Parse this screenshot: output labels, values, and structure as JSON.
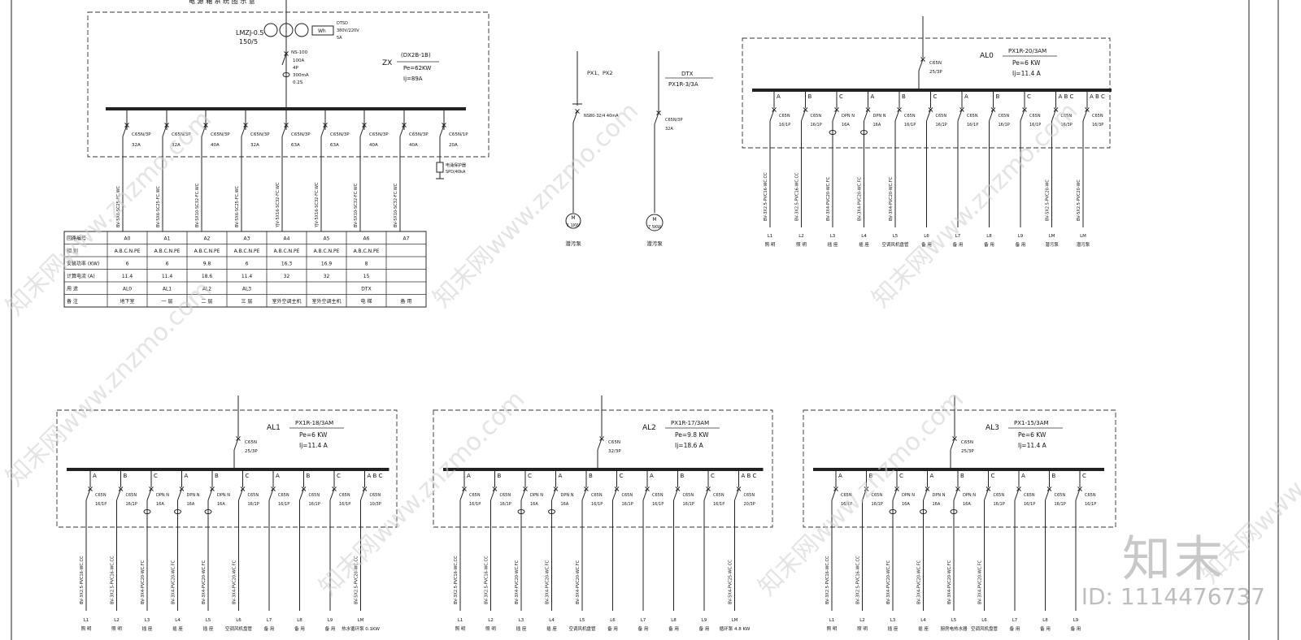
{
  "main_panel": {
    "title_partial": "电 源 箱 系 统 图 示 意",
    "ct_label": "LMZJ-0.5",
    "ct_ratio": "150/5",
    "meter_label": "DTSD",
    "meter_spec": "380V/220V",
    "meter_current": "5A",
    "incomer_model": "NS-100",
    "incomer_current": "100A",
    "incomer_poles": "4P",
    "incomer_rcd": "300mA",
    "incomer_time": "0.2S",
    "box_name": "ZX",
    "box_ref": "(DX2B-1B)",
    "pe": "Pe=62KW",
    "ij": "Ij=89A",
    "breakers": [
      {
        "model": "C65N/3P",
        "rating": "32A"
      },
      {
        "model": "C65N/3P",
        "rating": "32A"
      },
      {
        "model": "C65N/3P",
        "rating": "40A"
      },
      {
        "model": "C65N/3P",
        "rating": "32A"
      },
      {
        "model": "C65N/3P",
        "rating": "63A"
      },
      {
        "model": "C65N/3P",
        "rating": "63A"
      },
      {
        "model": "C65N/3P",
        "rating": "40A"
      },
      {
        "model": "C65N/3P",
        "rating": "40A"
      },
      {
        "model": "C65N/1P",
        "rating": "20A"
      }
    ],
    "cables": [
      "BV-5X6-SC25-FC.WC",
      "BV-5X6-SC25-FC.WC",
      "BV-5X10-SC32-FC.WC",
      "BV-5X6-SC25-FC.WC",
      "YJV-5X16-SC32-FC.WC",
      "YJV-5X16-SC32-FC.WC",
      "BV-5X10-SC32-FC.WC",
      "BV-5X10-SC32-FC.WC"
    ],
    "surge_label": "电涌保护器",
    "surge_spec": "SPD/40kA"
  },
  "table": {
    "headers": [
      "回路编号",
      "相 别",
      "安装功率  (KW)",
      "计算电流  (A)",
      "用 途",
      "备 注"
    ],
    "cols": [
      {
        "no": "A0",
        "phase": "A.B.C.N.PE",
        "power": "6",
        "current": "11.4",
        "use": "AL0",
        "note": "地下室"
      },
      {
        "no": "A1",
        "phase": "A.B.C.N.PE",
        "power": "6",
        "current": "11.4",
        "use": "AL1",
        "note": "一 层"
      },
      {
        "no": "A2",
        "phase": "A.B.C.N.PE",
        "power": "9.8",
        "current": "18.6",
        "use": "AL2",
        "note": "二 层"
      },
      {
        "no": "A3",
        "phase": "A.B.C.N.PE",
        "power": "6",
        "current": "11.4",
        "use": "AL3",
        "note": "三 层"
      },
      {
        "no": "A4",
        "phase": "A.B.C.N.PE",
        "power": "16.3",
        "current": "32",
        "use": "",
        "note": "室外空调主机"
      },
      {
        "no": "A5",
        "phase": "A.B.C.N.PE",
        "power": "16.9",
        "current": "32",
        "use": "",
        "note": "室外空调主机"
      },
      {
        "no": "A6",
        "phase": "A.B.C.N.PE",
        "power": "8",
        "current": "15",
        "use": "DTX",
        "note": "电 梯"
      },
      {
        "no": "A7",
        "phase": "",
        "power": "",
        "current": "",
        "use": "",
        "note": "备 用"
      }
    ]
  },
  "pump_circuits": [
    {
      "top": "PX1、PX2",
      "breaker": "NS80-32/4 40mA",
      "motor": "1.1KW",
      "label": "潜污泵"
    },
    {
      "top": "DTX",
      "sub": "PX1R-3/3A",
      "breaker": "C65N/3P",
      "rating": "32A",
      "motor": "7.5KW",
      "label": "潜污泵"
    }
  ],
  "panels": [
    {
      "id": "AL0",
      "model": "PX1R-20/3AM",
      "pe": "Pe=6 KW",
      "ij": "Ij=11.4 A",
      "main_breaker": "C65N",
      "main_poles": "25/3P",
      "phases": [
        "A",
        "B",
        "C",
        "A",
        "B",
        "C",
        "A",
        "B",
        "C",
        "A B C",
        "A B C"
      ],
      "breakers": [
        "C65N",
        "C65N",
        "DPN N",
        "DPN N",
        "C65N",
        "C65N",
        "C65N",
        "C65N",
        "C65N",
        "C65N",
        "C65N"
      ],
      "ratings": [
        "16/1P",
        "16/1P",
        "16A",
        "16A",
        "16/1P",
        "16/1P",
        "16/1P",
        "16/1P",
        "16/1P",
        "16/3P",
        "16/3P"
      ],
      "cables": [
        "BV-3X2.5-PVC16-WC.CC",
        "BV-3X2.5-PVC16-WC.CC",
        "BV-3X4-PVC20-WC.FC",
        "BV-3X4-PVC20-WC.FC",
        "BV-3X4-PVC20-WC.FC",
        "",
        "",
        "",
        "",
        "BV-5X2.5-PVC20-WC",
        "BV-5X2.5-PVC20-WC"
      ],
      "circuits": [
        "L1",
        "L2",
        "L3",
        "L4",
        "L5",
        "L6",
        "L7",
        "L8",
        "L9",
        "LM",
        "LM"
      ],
      "uses": [
        "照 明",
        "照 明",
        "插 座",
        "插 座",
        "空调风机盘管",
        "备 用",
        "备 用",
        "备 用",
        "备 用",
        "潜污泵",
        "潜污泵"
      ]
    },
    {
      "id": "AL1",
      "model": "PX1R-18/3AM",
      "pe": "Pe=6 KW",
      "ij": "Ij=11.4 A",
      "main_breaker": "C65N",
      "main_poles": "25/3P",
      "phases": [
        "A",
        "B",
        "C",
        "A",
        "B",
        "C",
        "A",
        "B",
        "C",
        "A B C"
      ],
      "breakers": [
        "C65N",
        "C65N",
        "DPN N",
        "DPN N",
        "DPN N",
        "C65N",
        "C65N",
        "C65N",
        "C65N",
        "C65N"
      ],
      "ratings": [
        "16/1P",
        "16/1P",
        "16A",
        "16A",
        "16A",
        "16/1P",
        "16/1P",
        "16/1P",
        "16/1P",
        "10/3P"
      ],
      "cables": [
        "BV-3X2.5-PVC16-WC.CC",
        "BV-3X2.5-PVC16-WC.CC",
        "BV-3X4-PVC20-WC.FC",
        "BV-3X4-PVC20-WC.FC",
        "BV-3X4-PVC20-WC.FC",
        "BV-3X4-PVC20-WC.FC",
        "",
        "",
        "",
        "BV-5X2.5-PVC20-WC.CC"
      ],
      "circuits": [
        "L1",
        "L2",
        "L3",
        "L4",
        "L5",
        "L6",
        "L7",
        "L8",
        "L9",
        "LM"
      ],
      "uses": [
        "照 明",
        "照 明",
        "插 座",
        "插 座",
        "插 座",
        "空调风机盘管",
        "备 用",
        "备 用",
        "备 用",
        "热水循环泵 0.1KW"
      ]
    },
    {
      "id": "AL2",
      "model": "PX1R-17/3AM",
      "pe": "Pe=9.8 KW",
      "ij": "Ij=18.6 A",
      "main_breaker": "C65N",
      "main_poles": "32/3P",
      "phases": [
        "A",
        "B",
        "C",
        "A",
        "B",
        "C",
        "A",
        "B",
        "C",
        "A B C"
      ],
      "breakers": [
        "C65N",
        "C65N",
        "DPN N",
        "DPN N",
        "C65N",
        "C65N",
        "C65N",
        "C65N",
        "C65N",
        "C65N"
      ],
      "ratings": [
        "16/1P",
        "16/1P",
        "16A",
        "16A",
        "16/1P",
        "16/1P",
        "16/1P",
        "16/1P",
        "16/1P",
        "20/3P"
      ],
      "cables": [
        "BV-3X2.5-PVC16-WC.CC",
        "BV-3X2.5-PVC16-WC.CC",
        "BV-3X4-PVC20-WC.FC",
        "BV-3X4-PVC20-WC.FC",
        "BV-3X4-PVC20-WC.FC",
        "",
        "",
        "",
        "",
        "BV-5X4-PVC25-WC.CC"
      ],
      "circuits": [
        "L1",
        "L2",
        "L3",
        "L4",
        "L5",
        "L6",
        "L7",
        "L8",
        "L9",
        "LM"
      ],
      "uses": [
        "照 明",
        "照 明",
        "插 座",
        "插 座",
        "空调风机盘管",
        "备 用",
        "备 用",
        "备 用",
        "备 用",
        "循环泵 4.8 KW"
      ]
    },
    {
      "id": "AL3",
      "model": "PX1-15/3AM",
      "pe": "Pe=6 KW",
      "ij": "Ij=11.4 A",
      "main_breaker": "C65N",
      "main_poles": "25/3P",
      "phases": [
        "A",
        "B",
        "C",
        "A",
        "B",
        "C",
        "A",
        "B",
        "C"
      ],
      "breakers": [
        "C65N",
        "C65N",
        "DPN N",
        "DPN N",
        "DPN N",
        "C65N",
        "C65N",
        "C65N",
        "C65N"
      ],
      "ratings": [
        "16/1P",
        "16/1P",
        "16A",
        "16A",
        "16A",
        "16/1P",
        "16/1P",
        "16/1P",
        "16/1P"
      ],
      "cables": [
        "BV-3X2.5-PVC16-WC.CC",
        "BV-3X2.5-PVC16-WC.CC",
        "BV-3X4-PVC20-WC.FC",
        "BV-3X4-PVC20-WC.FC",
        "BV-3X4-PVC20-WC.FC",
        "BV-3X4-PVC20-WC.FC",
        "",
        "",
        ""
      ],
      "circuits": [
        "L1",
        "L2",
        "L3",
        "L4",
        "L5",
        "L6",
        "L7",
        "L8",
        "L9"
      ],
      "uses": [
        "照 明",
        "照 明",
        "插 座",
        "插 座",
        "厨房电热水器",
        "空调风机盘管",
        "备 用",
        "备 用",
        "备 用"
      ]
    }
  ],
  "watermark_text": "知末网www.znzmo.com",
  "brand": "知末",
  "image_id": "ID: 1114476737"
}
